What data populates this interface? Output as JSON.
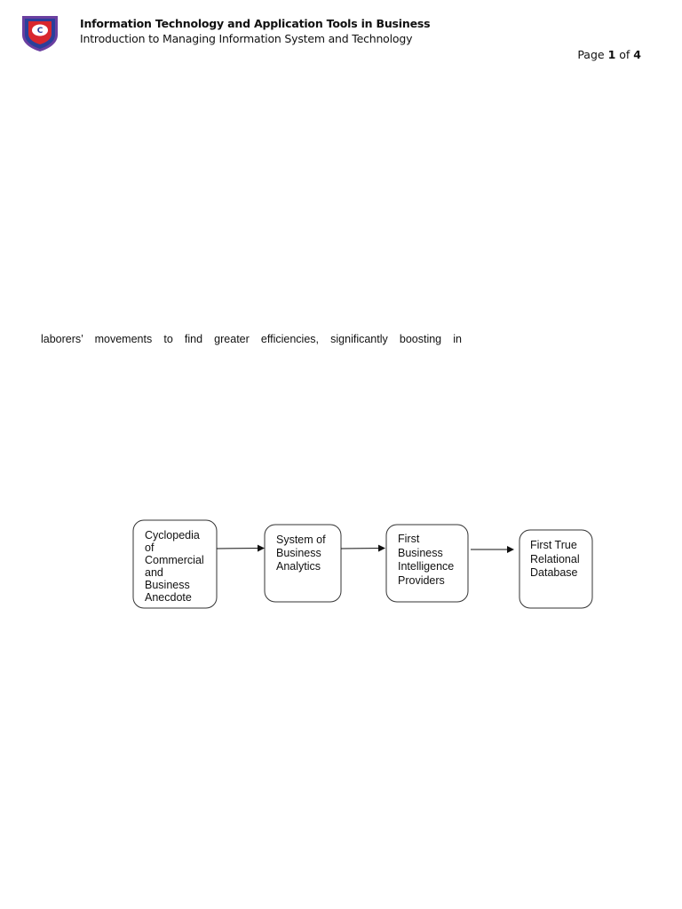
{
  "header": {
    "title": "Information Technology and Application Tools in Business",
    "subtitle": "Introduction to Managing Information System and Technology",
    "page_label": "Page",
    "page_current": "1",
    "page_of": "of",
    "page_total": "4"
  },
  "body": {
    "line": "laborers’ movements to find greater efficiencies, significantly boosting in"
  },
  "flowchart": {
    "nodes": [
      {
        "lines": [
          "Cyclopedia",
          "of",
          "Commercial",
          "and",
          "Business",
          "Anecdote"
        ]
      },
      {
        "lines": [
          "System of",
          "Business",
          "Analytics"
        ]
      },
      {
        "lines": [
          "First",
          "Business",
          "Intelligence",
          "Providers"
        ]
      },
      {
        "lines": [
          "First True",
          "Relational",
          "Database"
        ]
      }
    ]
  },
  "colors": {
    "logo_blue": "#2b3f9a",
    "logo_red": "#d8272e",
    "logo_purple": "#6b3fa0"
  }
}
